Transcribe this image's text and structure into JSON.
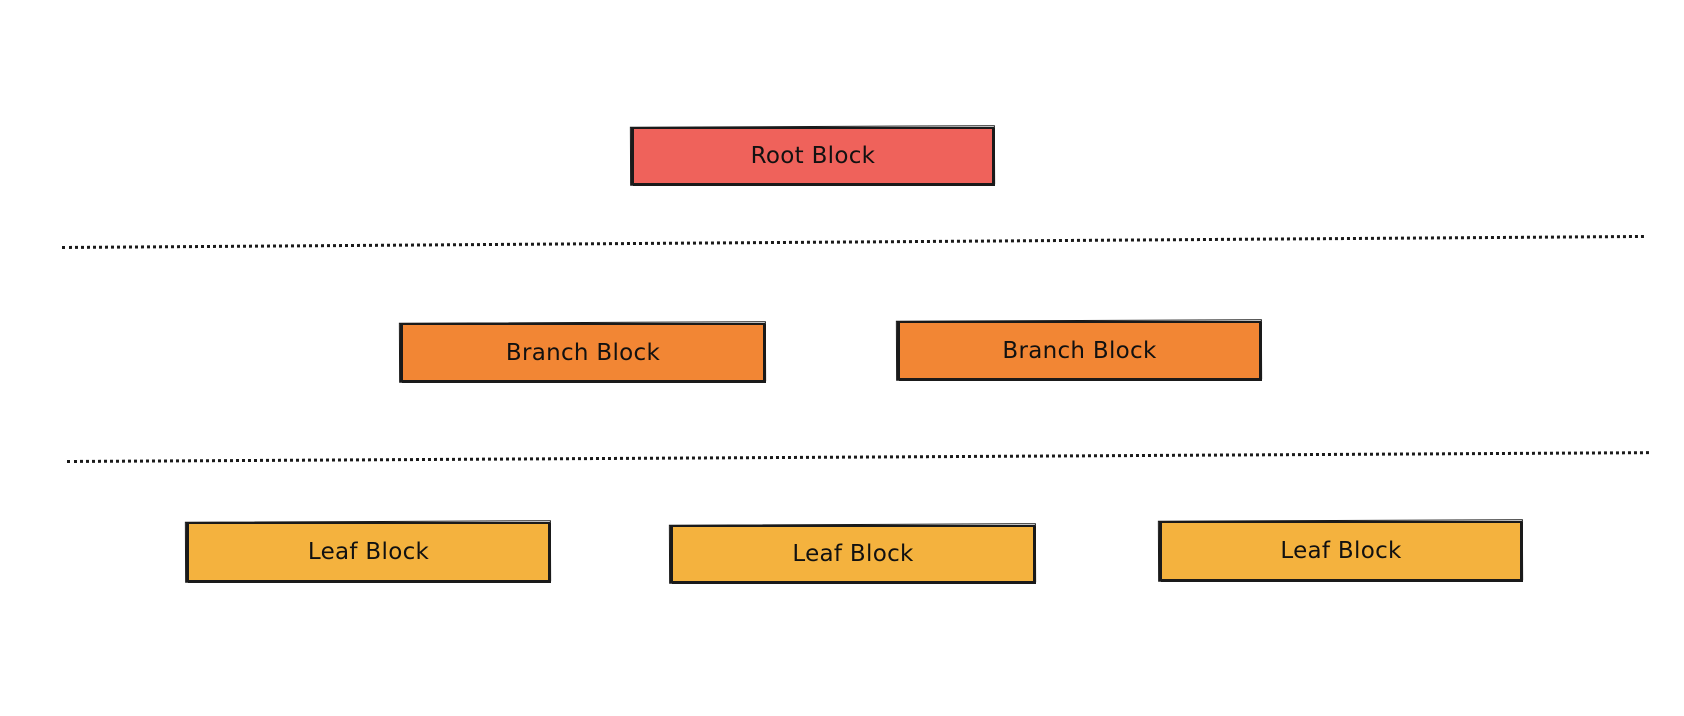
{
  "diagram": {
    "levels": [
      {
        "blocks": [
          {
            "label": "Root Block",
            "fill": "#ef625b"
          }
        ]
      },
      {
        "blocks": [
          {
            "label": "Branch Block",
            "fill": "#f28634"
          },
          {
            "label": "Branch Block",
            "fill": "#f28634"
          }
        ]
      },
      {
        "blocks": [
          {
            "label": "Leaf Block",
            "fill": "#f4b23e"
          },
          {
            "label": "Leaf Block",
            "fill": "#f4b23e"
          },
          {
            "label": "Leaf Block",
            "fill": "#f4b23e"
          }
        ]
      }
    ],
    "divider_style": "dotted",
    "divider_color": "#1a1a1a",
    "outline_color": "#1a1a1a"
  }
}
